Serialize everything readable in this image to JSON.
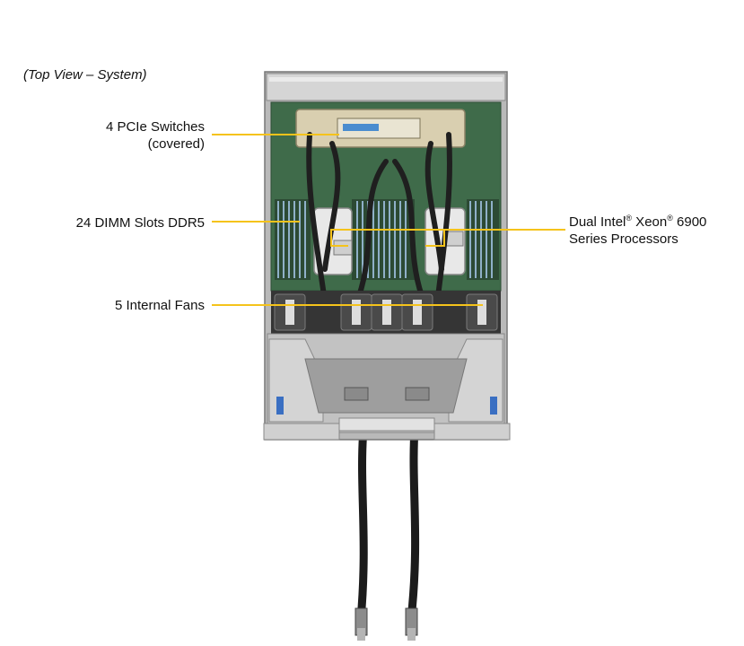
{
  "caption": "(Top View – System)",
  "callouts": {
    "pcie": {
      "line1": "4 PCIe Switches",
      "line2": "(covered)"
    },
    "dimm": {
      "line1": "24 DIMM Slots DDR5"
    },
    "fans": {
      "line1": "5 Internal Fans"
    },
    "cpu": {
      "line1_pre": "Dual Intel",
      "line1_mid": " Xeon",
      "line1_post": " 6900",
      "line2": "Series Processors",
      "reg": "®"
    }
  },
  "colors": {
    "leader": "#f5c31b",
    "pcb": "#3f6b4a",
    "chassis": "#c9c9c9",
    "hose": "#1b1b1b"
  },
  "icons": [
    "server-chassis-photo",
    "liquid-cooling-hose-icon",
    "fan-icon",
    "dimm-slot-icon",
    "cpu-cold-plate-icon"
  ]
}
